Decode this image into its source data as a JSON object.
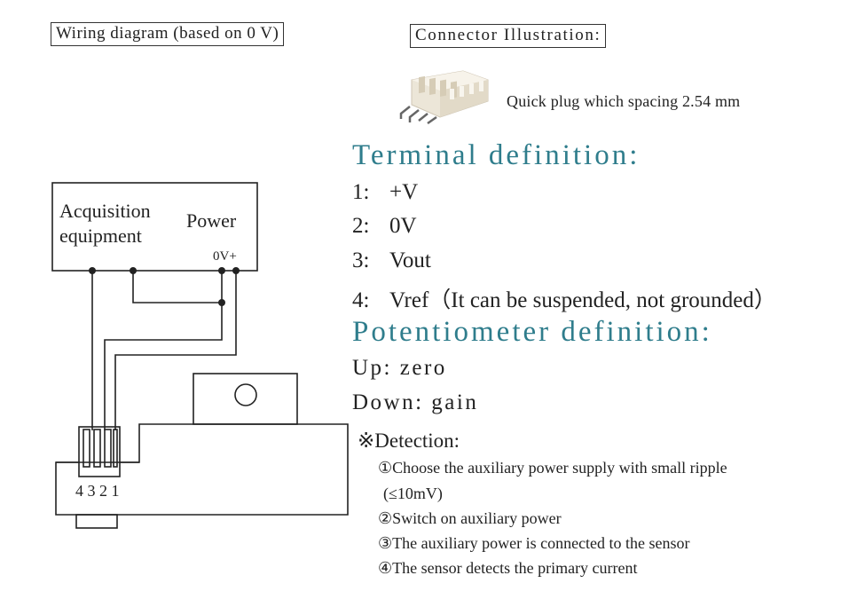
{
  "titles": {
    "wiring": "Wiring diagram (based on 0 V)",
    "connector": "Connector Illustration:"
  },
  "connector": {
    "caption": "Quick plug which spacing 2.54 mm"
  },
  "wiring_diagram": {
    "acquisition_line1": "Acquisition",
    "acquisition_line2": "equipment",
    "power_label": "Power",
    "power_pins_label": "0V+",
    "sensor_pin_numbers": "4 3 2 1"
  },
  "terminal": {
    "heading": "Terminal definition:",
    "items": [
      {
        "num": "1:",
        "text": "+V"
      },
      {
        "num": "2:",
        "text": "0V"
      },
      {
        "num": "3:",
        "text": "Vout"
      },
      {
        "num": "4:",
        "text": "Vref（It can be suspended, not grounded）"
      }
    ]
  },
  "potentiometer": {
    "heading": "Potentiometer definition:",
    "up": "Up: zero",
    "down": "Down: gain"
  },
  "detection": {
    "heading": "※Detection:",
    "steps": [
      "①Choose the auxiliary power supply with small ripple",
      "(≤10mV)",
      "②Switch on auxiliary power",
      "③The auxiliary power is connected to the sensor",
      "④The sensor detects the primary current"
    ]
  },
  "colors": {
    "heading_teal": "#2f7d8c",
    "line": "#222222",
    "connector_body": "#f1ede4"
  }
}
